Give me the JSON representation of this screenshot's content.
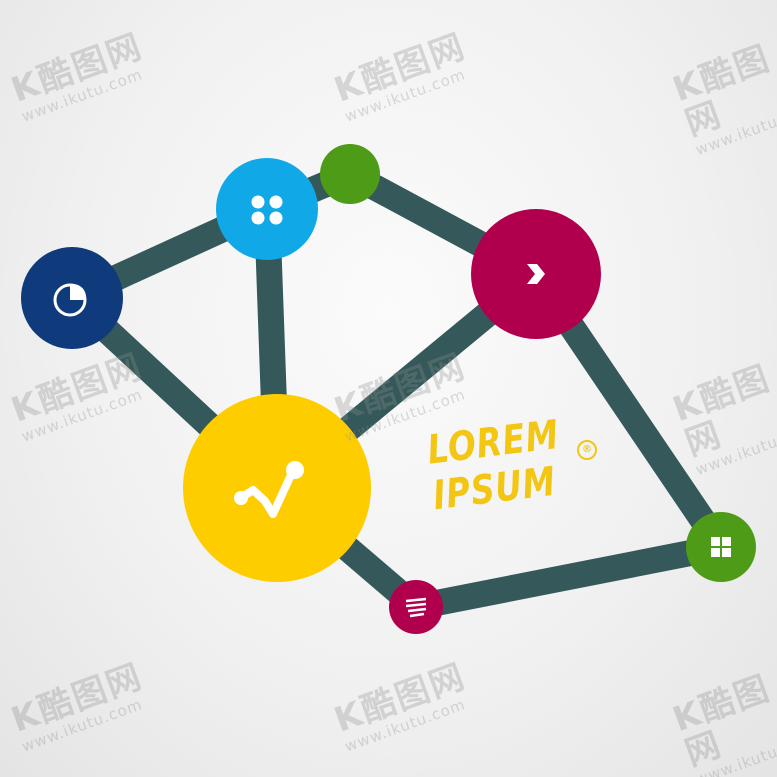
{
  "colors": {
    "connector": "#35595a",
    "navy": "#0f3a7c",
    "sky": "#11a8e8",
    "green": "#4e9b18",
    "magenta": "#b0004d",
    "yellow": "#fecd00",
    "title": "#f3c614"
  },
  "nodes": [
    {
      "id": "pie",
      "color": "navy",
      "icon": "pie-chart-icon"
    },
    {
      "id": "dots",
      "color": "sky",
      "icon": "four-dots-icon"
    },
    {
      "id": "small-green",
      "color": "green",
      "icon": ""
    },
    {
      "id": "arrow",
      "color": "magenta",
      "icon": "chevron-right-icon"
    },
    {
      "id": "trend",
      "color": "yellow",
      "icon": "trend-line-icon"
    },
    {
      "id": "list",
      "color": "magenta",
      "icon": "list-lines-icon"
    },
    {
      "id": "grid",
      "color": "green",
      "icon": "grid-icon"
    }
  ],
  "connections": [
    [
      "pie",
      "dots"
    ],
    [
      "dots",
      "small-green"
    ],
    [
      "small-green",
      "arrow"
    ],
    [
      "pie",
      "trend"
    ],
    [
      "dots",
      "trend"
    ],
    [
      "arrow",
      "trend"
    ],
    [
      "trend",
      "list"
    ],
    [
      "list",
      "grid"
    ],
    [
      "arrow",
      "grid"
    ]
  ],
  "title": {
    "line1": "LOREM",
    "line2": "IPSUM",
    "mark": "®"
  },
  "watermark": {
    "logo": "K酷图网",
    "url": "www.ikutu.com"
  }
}
